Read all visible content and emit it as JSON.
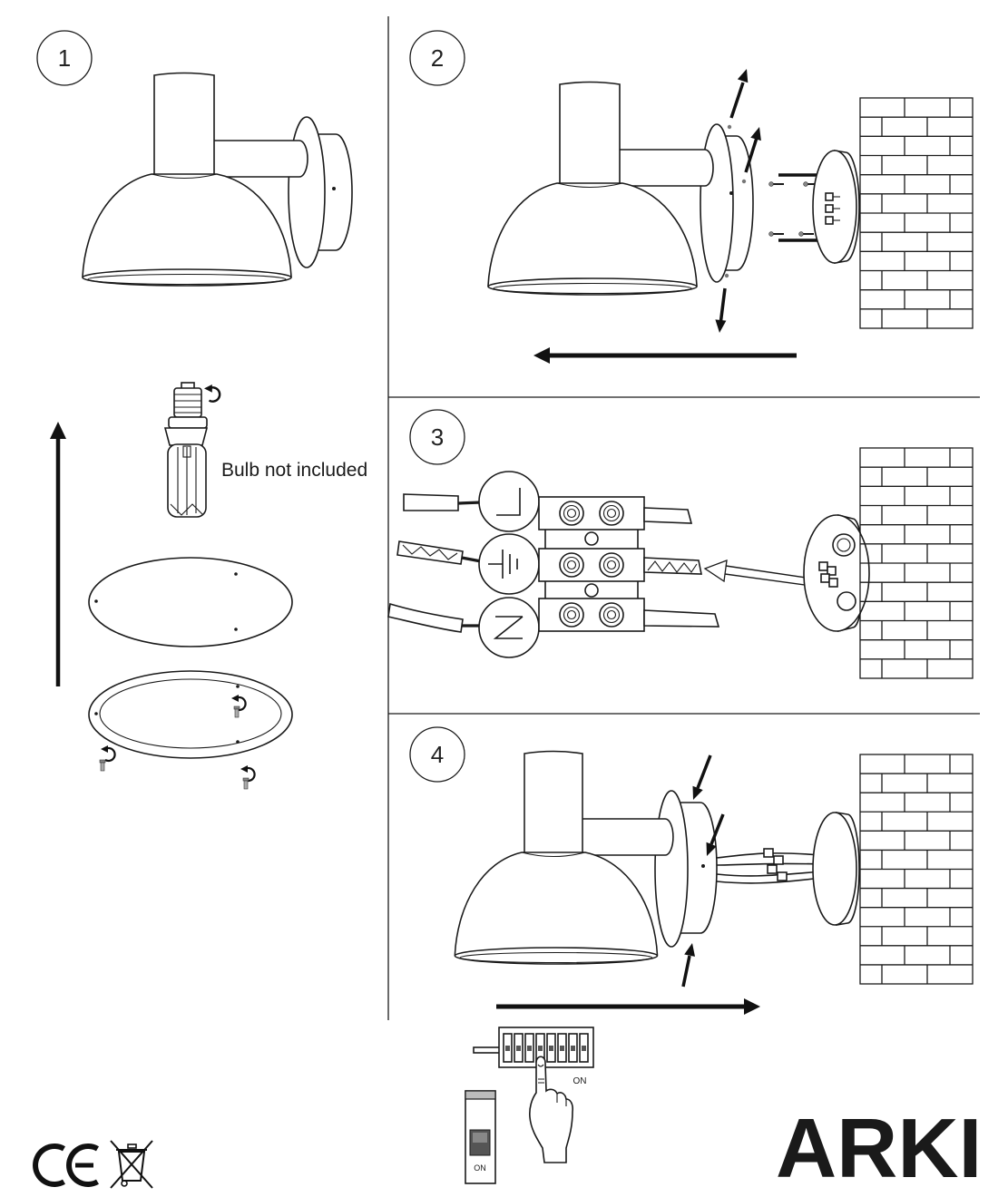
{
  "steps": [
    {
      "number": "1"
    },
    {
      "number": "2"
    },
    {
      "number": "3"
    },
    {
      "number": "4"
    }
  ],
  "bulb_note": "Bulb not included",
  "switch_box_label": "ON",
  "breaker_label": "ON",
  "brand": "ARKI",
  "logos": {
    "ce_mark": "CE"
  },
  "icons": [
    "rotate-icon",
    "screw-icon",
    "live-wire-icon",
    "earth-wire-icon",
    "neutral-wire-icon",
    "ce-mark-icon",
    "weee-bin-icon",
    "hand-icon",
    "circuit-breaker-icon"
  ],
  "colors": {
    "line": "#1a1a1a",
    "background": "#ffffff"
  }
}
